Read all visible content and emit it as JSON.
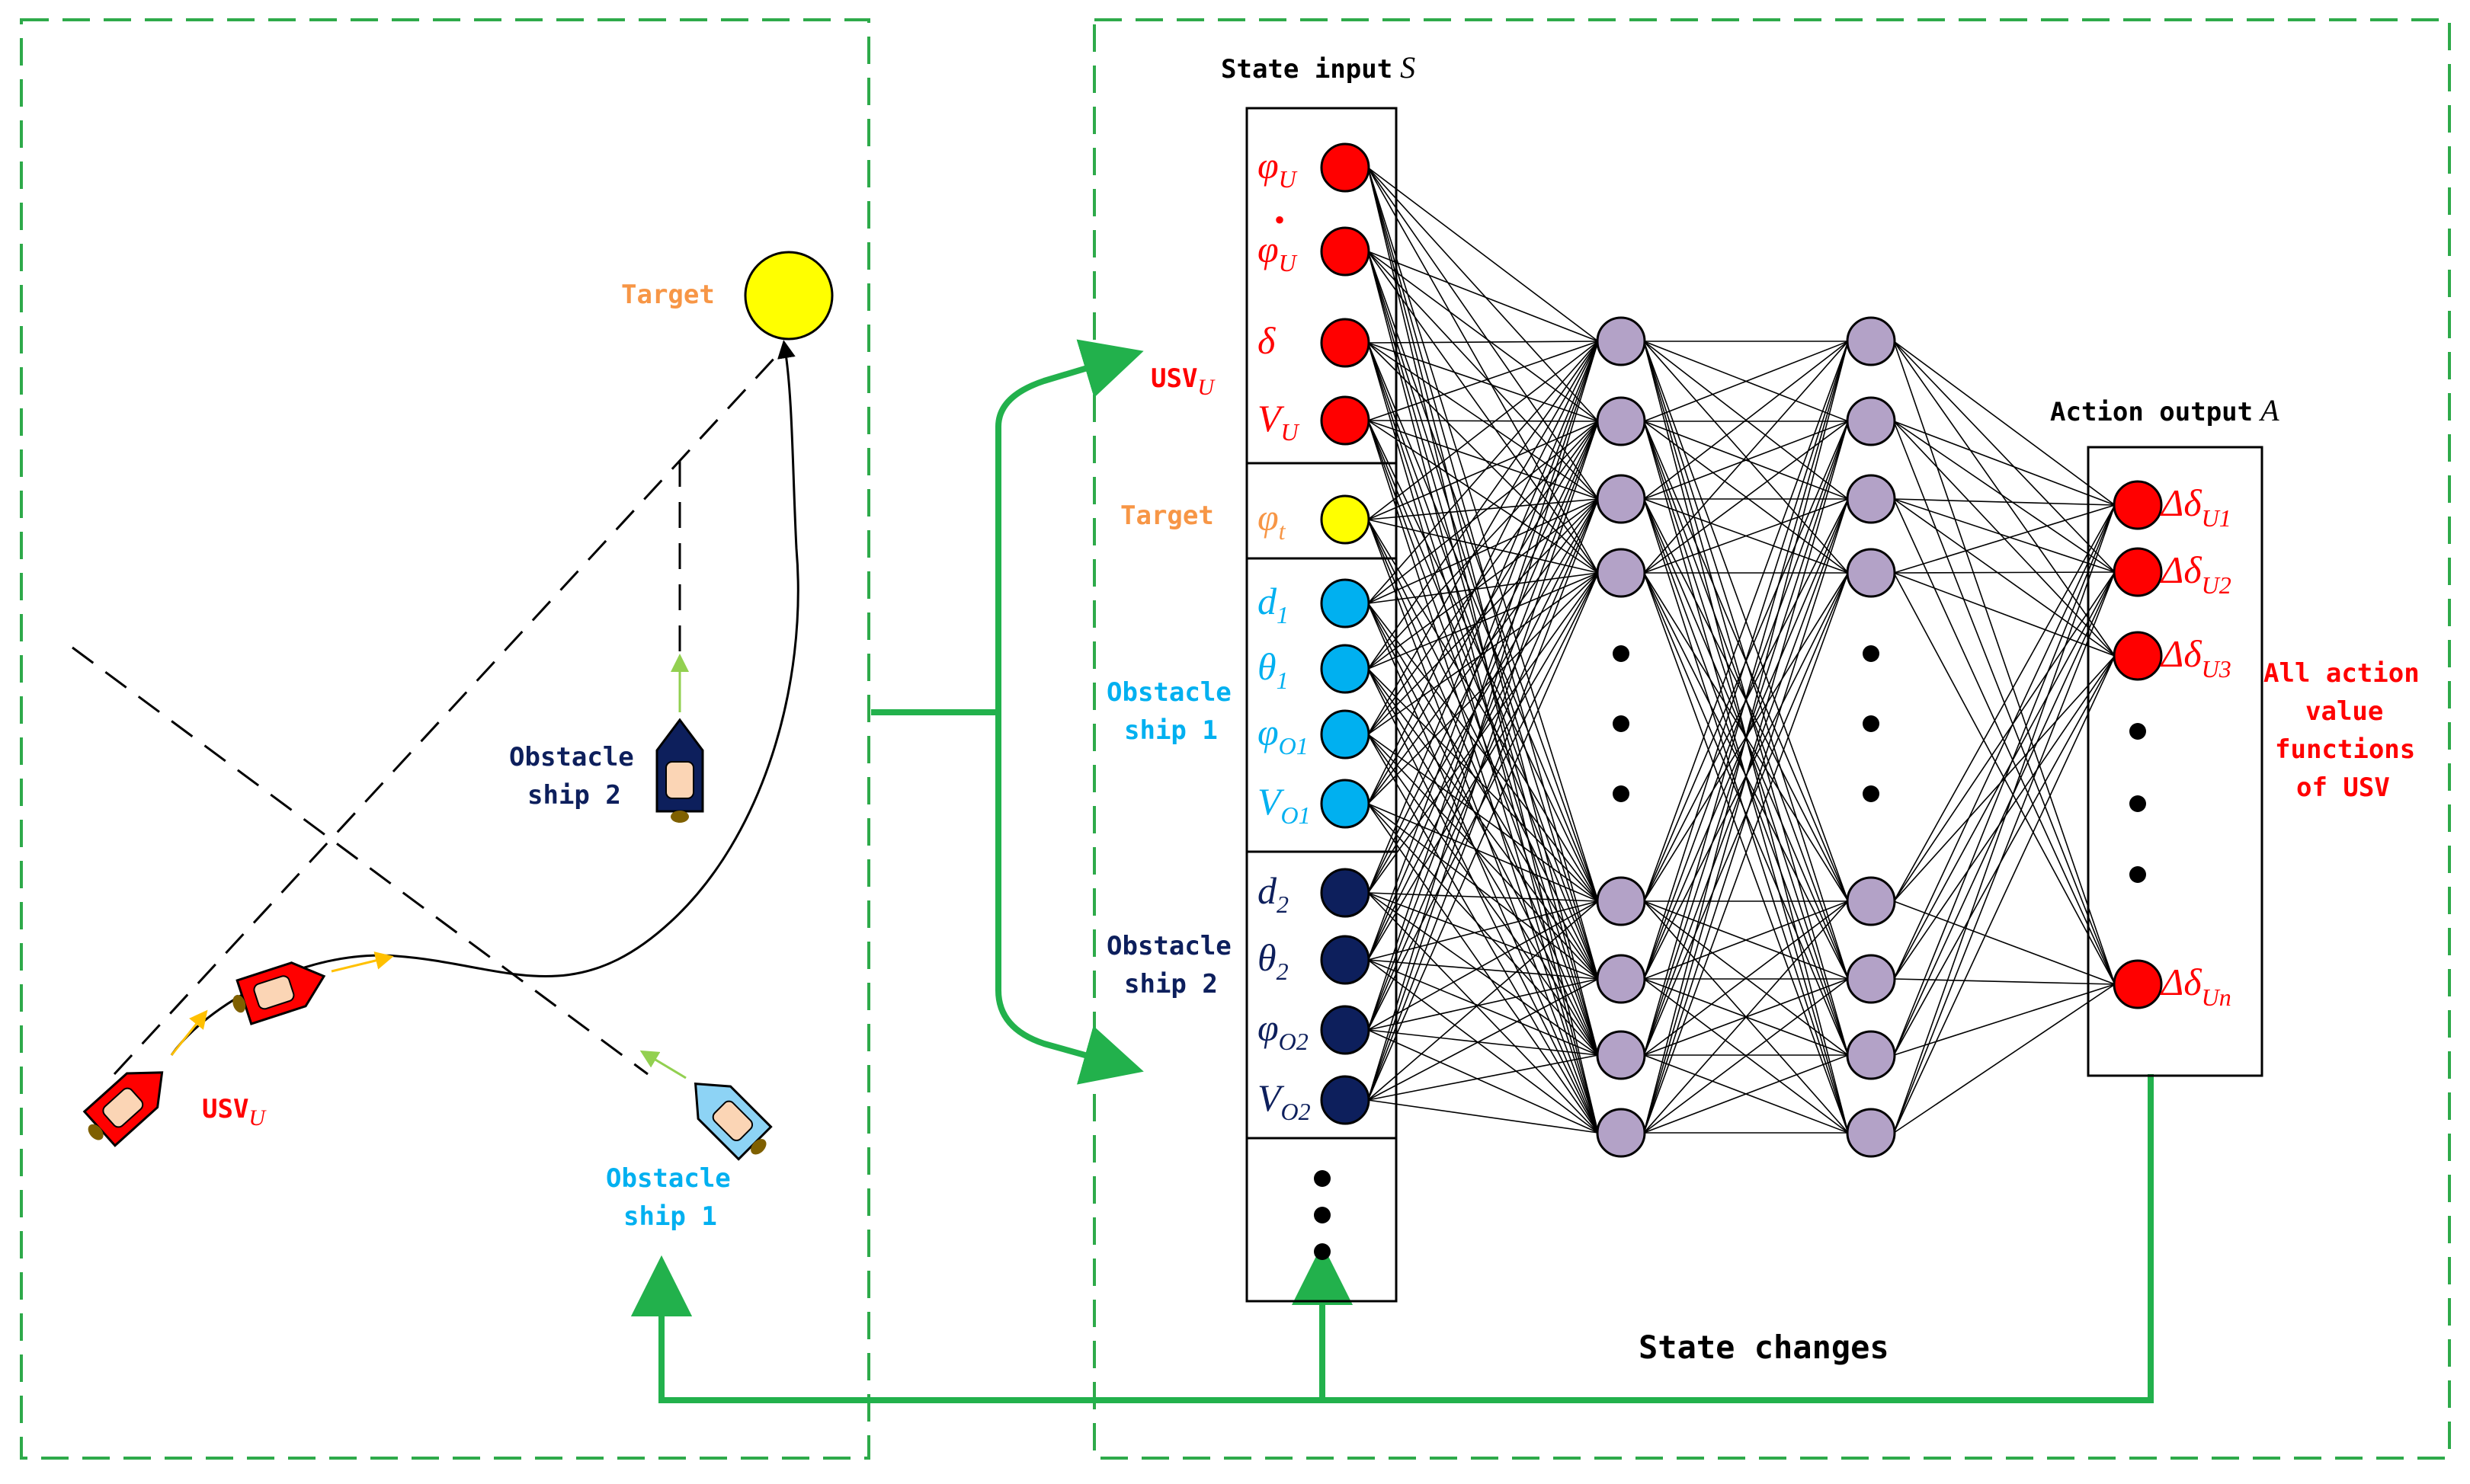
{
  "colors": {
    "frame_dash": "#2eaa4a",
    "flow_arrow": "#22b14c",
    "red": "#ff0000",
    "orange": "#f79646",
    "yellow": "#ffff00",
    "cyan": "#00b0f0",
    "navy": "#0d1f5c",
    "purple_node": "#b3a2c7",
    "lavender_node": "#b4a7d6",
    "text_dark": "#000000"
  },
  "left_panel": {
    "target_label": "Target",
    "usv_label_main": "USV",
    "usv_label_sub": "U",
    "obstacle1_line1": "Obstacle",
    "obstacle1_line2": "ship 1",
    "obstacle2_line1": "Obstacle",
    "obstacle2_line2": "ship 2"
  },
  "right_panel": {
    "state_input_title": "State input",
    "state_input_symbol": "S",
    "action_output_title": "Action output",
    "action_output_symbol": "A",
    "state_changes": "State changes",
    "all_action_line1": "All action",
    "all_action_line2": "value",
    "all_action_line3": "functions",
    "all_action_line4": "of USV",
    "group_labels": {
      "usv_main": "USV",
      "usv_sub": "U",
      "target": "Target",
      "obstacle1_line1": "Obstacle",
      "obstacle1_line2": "ship 1",
      "obstacle2_line1": "Obstacle",
      "obstacle2_line2": "ship 2"
    },
    "inputs": [
      {
        "sym": "φ",
        "sub": "U",
        "color_key": "red"
      },
      {
        "sym": "φ",
        "sub": "U",
        "color_key": "red",
        "dot": "•"
      },
      {
        "sym": "δ",
        "sub": "",
        "color_key": "red"
      },
      {
        "sym": "V",
        "sub": "U",
        "color_key": "red"
      },
      {
        "sym": "φ",
        "sub": "t",
        "color_key": "orange"
      },
      {
        "sym": "d",
        "sub": "1",
        "color_key": "cyan"
      },
      {
        "sym": "θ",
        "sub": "1",
        "color_key": "cyan"
      },
      {
        "sym": "φ",
        "sub": "O1",
        "color_key": "cyan"
      },
      {
        "sym": "V",
        "sub": "O1",
        "color_key": "cyan"
      },
      {
        "sym": "d",
        "sub": "2",
        "color_key": "navy"
      },
      {
        "sym": "θ",
        "sub": "2",
        "color_key": "navy"
      },
      {
        "sym": "φ",
        "sub": "O2",
        "color_key": "navy"
      },
      {
        "sym": "V",
        "sub": "O2",
        "color_key": "navy"
      }
    ],
    "outputs": [
      {
        "sym": "Δδ",
        "sub": "U1"
      },
      {
        "sym": "Δδ",
        "sub": "U2"
      },
      {
        "sym": "Δδ",
        "sub": "U3"
      },
      {
        "sym": "Δδ",
        "sub": "Un"
      }
    ]
  }
}
